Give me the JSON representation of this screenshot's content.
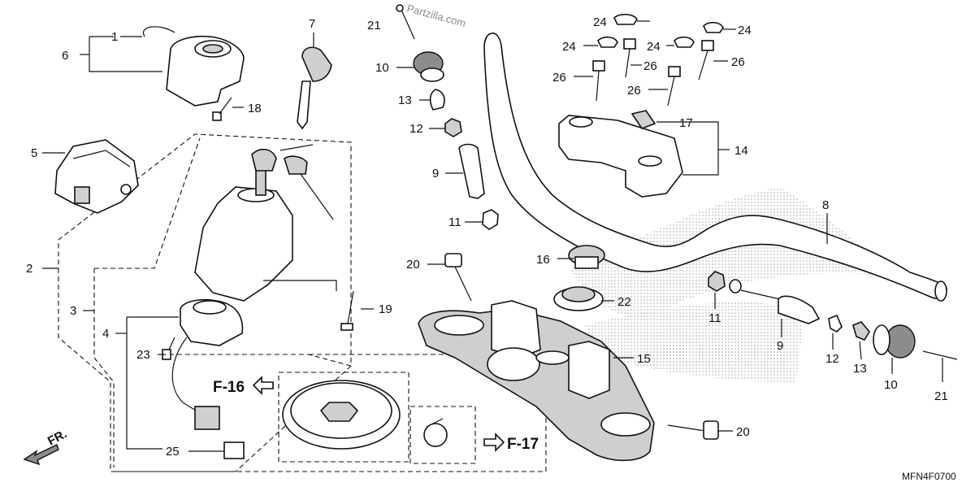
{
  "watermark": "Partzilla.com",
  "diagram_code": "MFN4F0700",
  "direction_label": "FR.",
  "refs": {
    "f16": "F-16",
    "f17": "F-17"
  },
  "labels": {
    "l1": "1",
    "l2": "2",
    "l3": "3",
    "l4": "4",
    "l5": "5",
    "l6": "6",
    "l7": "7",
    "l8": "8",
    "l9a": "9",
    "l9b": "9",
    "l10a": "10",
    "l10b": "10",
    "l11a": "11",
    "l11b": "11",
    "l12a": "12",
    "l12b": "12",
    "l13a": "13",
    "l13b": "13",
    "l14": "14",
    "l15": "15",
    "l16": "16",
    "l17": "17",
    "l18": "18",
    "l19": "19",
    "l20a": "20",
    "l20b": "20",
    "l21a": "21",
    "l21b": "21",
    "l22": "22",
    "l23": "23",
    "l24a": "24",
    "l24b": "24",
    "l24c": "24",
    "l24d": "24",
    "l25": "25",
    "l26a": "26",
    "l26b": "26",
    "l26c": "26",
    "l26d": "26"
  }
}
